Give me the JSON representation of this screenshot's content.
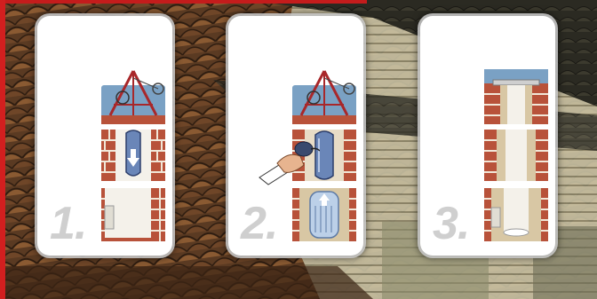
{
  "steps": [
    {
      "number": "1."
    },
    {
      "number": "2."
    },
    {
      "number": "3."
    }
  ],
  "colors": {
    "card_bg": "#ffffff",
    "step_number": "#cfcfcf",
    "brick": "#b8523a",
    "mortar": "#f1e7d8",
    "sky_panel": "#7aa1c4",
    "frame_red": "#a8272a",
    "accent_red_edge": "#d21f1f"
  },
  "icons": [
    "tripod-winch-icon",
    "liner-tube-down-icon",
    "empty-flue-icon",
    "hand-pump-icon",
    "liner-inflated-icon",
    "cap-top-icon",
    "finished-liner-icon"
  ]
}
